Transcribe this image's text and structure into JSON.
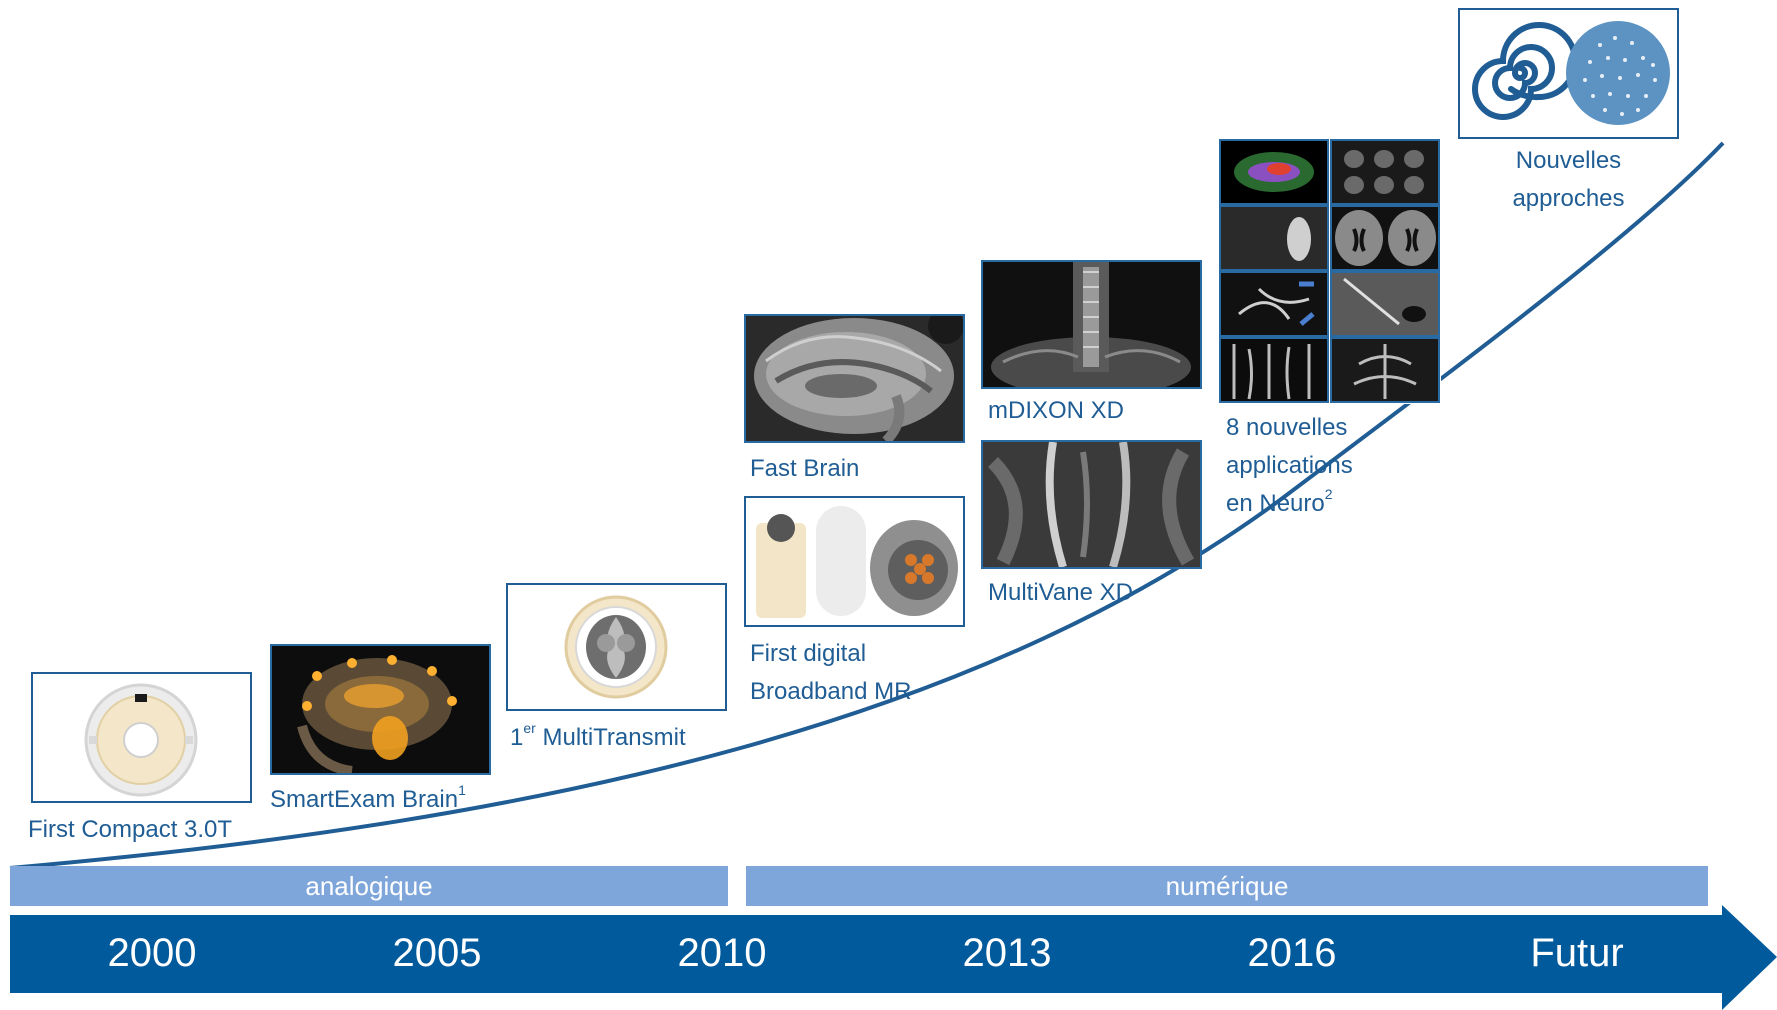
{
  "milestones": [
    {
      "label": "First Compact 3.0T",
      "image": "compact-coil-photo"
    },
    {
      "label": "SmartExam Brain",
      "sup": "1",
      "image": "brain-render-photo"
    },
    {
      "label_sup": "er",
      "label_pre": "1",
      "label": "MultiTransmit",
      "image": "multitransmit-coil-diagram"
    },
    {
      "label": "Fast Brain",
      "image": "sagittal-brain-mri"
    },
    {
      "label_line1": "First digital",
      "label_line2": "Broadband MR",
      "image": "broadband-coil-photo"
    },
    {
      "label": "mDIXON XD",
      "image": "neck-mri"
    },
    {
      "label": "MultiVane XD",
      "image": "brain-axial-mri"
    },
    {
      "label_line1": "8 nouvelles",
      "label_line2": "applications",
      "label_line3": "en Neuro",
      "sup": "2",
      "image": "neuro-mri-grid"
    },
    {
      "label_line1": "Nouvelles",
      "label_line2": "approches",
      "image": "spiral-and-dots-icon"
    }
  ],
  "eras": {
    "analog": "analogique",
    "digital": "numérique"
  },
  "years": [
    "2000",
    "2005",
    "2010",
    "2013",
    "2016",
    "Futur"
  ],
  "colors": {
    "primary": "#005a9c",
    "text": "#1f5d94",
    "era_band": "#7fa6da"
  }
}
